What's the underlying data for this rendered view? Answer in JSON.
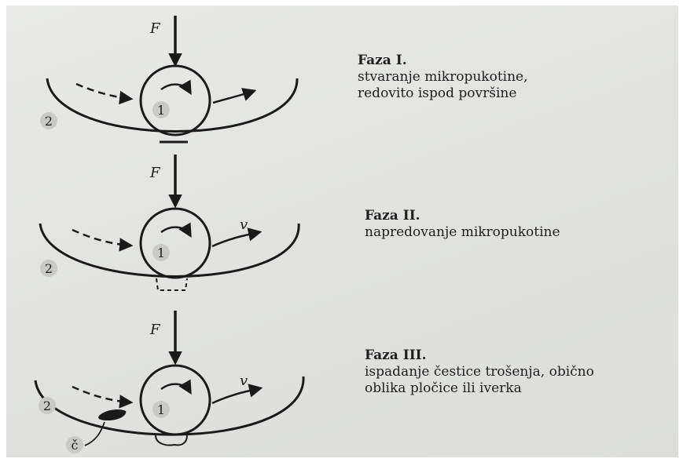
{
  "symbols": {
    "force": "F",
    "velocity": "v",
    "ball": "1",
    "track": "2",
    "particle": "č"
  },
  "phases": [
    {
      "title": "Faza I.",
      "description": "stvaranje mikropukotine,\nredovito ispod površine"
    },
    {
      "title": "Faza II.",
      "description": "napredovanje mikropukotine"
    },
    {
      "title": "Faza III.",
      "description": "ispadanje čestice trošenja, obično\noblika pločice ili iverka"
    }
  ],
  "colors": {
    "ink": "#1a1a1a",
    "label_bubble": "#c9cac8",
    "paper": "#e4e5e3"
  }
}
